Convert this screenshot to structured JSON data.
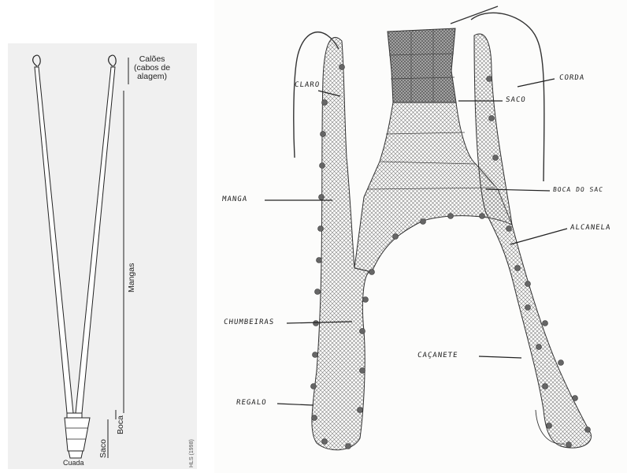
{
  "left_diagram": {
    "labels": {
      "caloes": "Calões\n(cabos de\nalagem)",
      "mangas": "Mangas",
      "boca": "Boca",
      "saco": "Saco",
      "cuada": "Cuada",
      "signature": "HLS (1998)"
    }
  },
  "right_diagram": {
    "labels": {
      "claro": "CLARO",
      "corda": "CORDA",
      "saco": "SACO",
      "manga": "MANGA",
      "boca_do_saco": "BOCA DO SAC",
      "alcanela": "ALCANELA",
      "chumbeiras": "CHUMBEIRAS",
      "cacanete": "CAÇANETE",
      "regalo": "REGALO"
    }
  }
}
